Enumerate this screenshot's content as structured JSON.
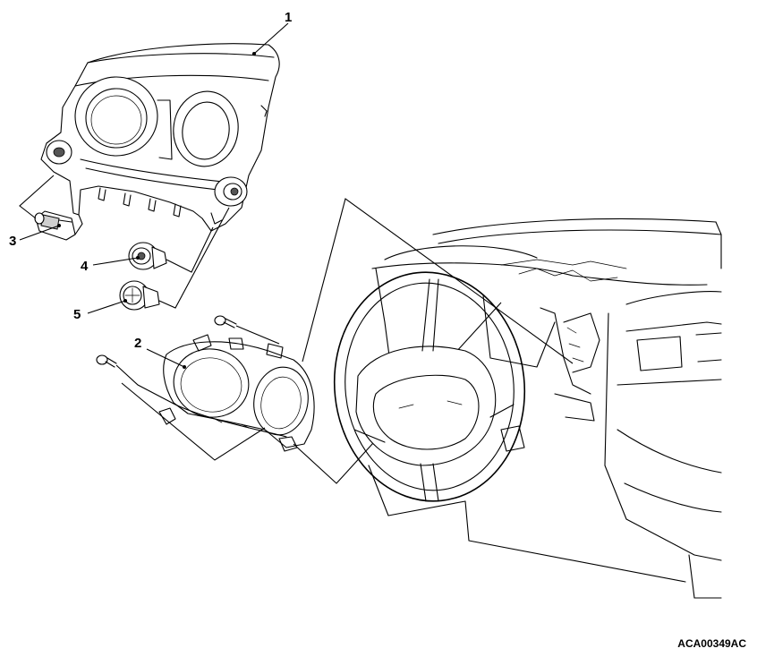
{
  "callouts": [
    {
      "id": "1",
      "label": "1"
    },
    {
      "id": "2",
      "label": "2"
    },
    {
      "id": "3",
      "label": "3"
    },
    {
      "id": "4",
      "label": "4"
    },
    {
      "id": "5",
      "label": "5"
    }
  ],
  "figure_code": "ACA00349AC"
}
